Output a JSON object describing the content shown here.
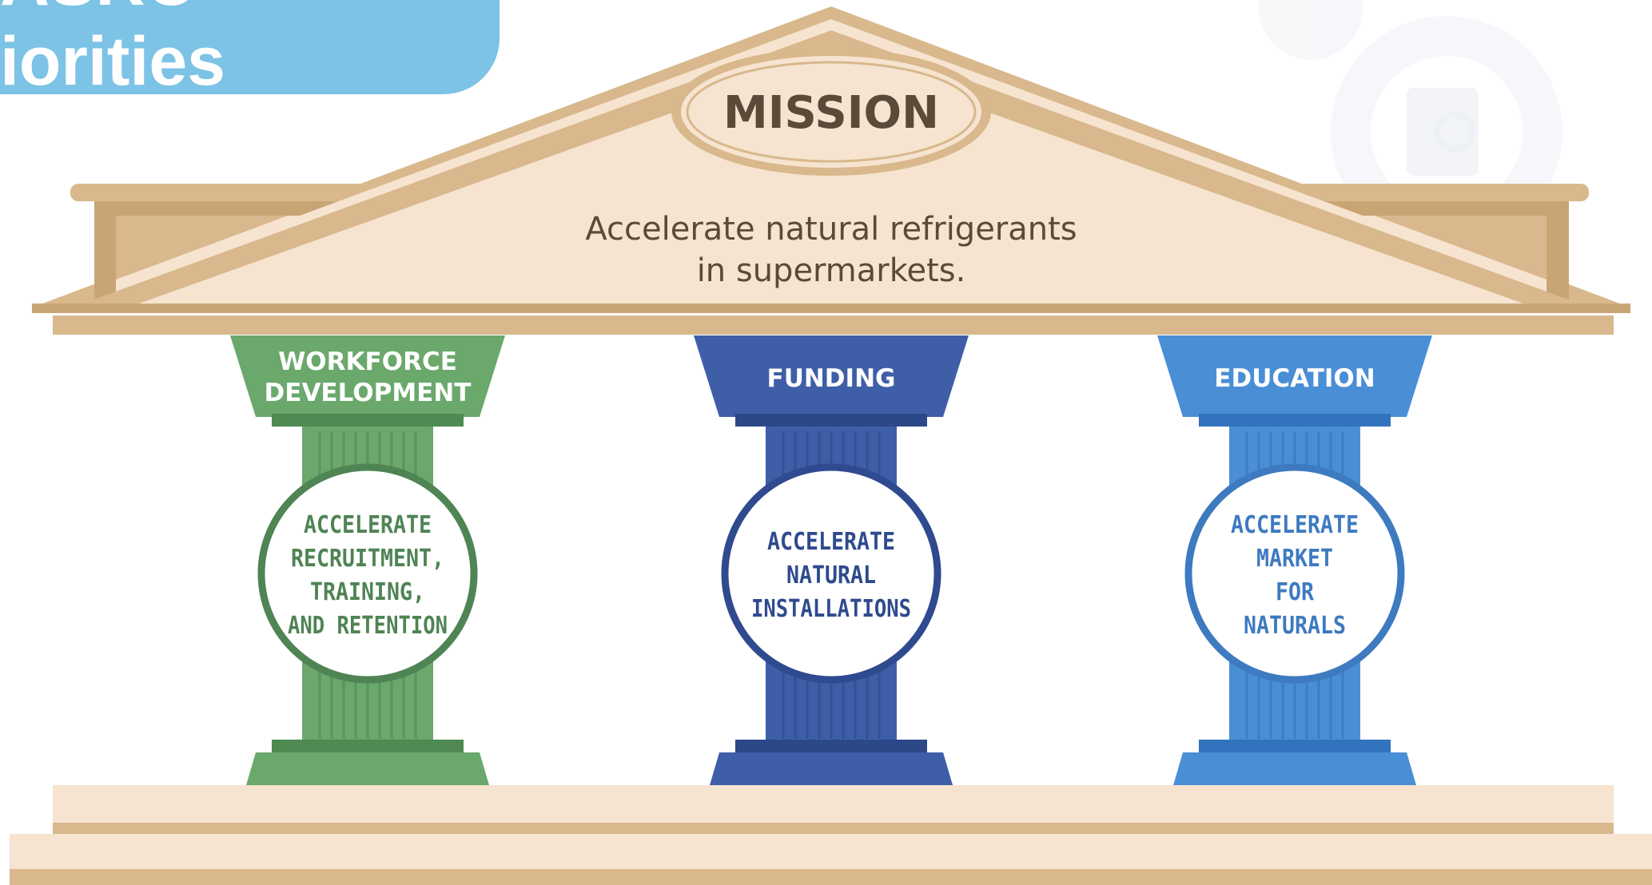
{
  "header": {
    "title_line1": "ASRC",
    "title_line2": "iorities"
  },
  "mission": {
    "label": "MISSION",
    "text_line1": "Accelerate natural refrigerants",
    "text_line2": "in supermarkets."
  },
  "pillars": [
    {
      "heading_lines": [
        "WORKFORCE",
        "DEVELOPMENT"
      ],
      "body_lines": [
        "ACCELERATE",
        "RECRUITMENT,",
        "TRAINING,",
        "AND RETENTION"
      ],
      "color": "#6aa86c",
      "dark": "#4e8a52",
      "stroke": "#4f8454"
    },
    {
      "heading_lines": [
        "FUNDING"
      ],
      "body_lines": [
        "ACCELERATE",
        "NATURAL",
        "INSTALLATIONS"
      ],
      "color": "#3f5ea8",
      "dark": "#2c4889",
      "stroke": "#2f4a8e"
    },
    {
      "heading_lines": [
        "EDUCATION"
      ],
      "body_lines": [
        "ACCELERATE",
        "MARKET",
        "FOR",
        "NATURALS"
      ],
      "color": "#4a8fd6",
      "dark": "#3173bd",
      "stroke": "#3e7ac0"
    }
  ],
  "colors": {
    "tan": "#d8b88c",
    "tan_dark": "#c9a576",
    "cream": "#f6e4d0",
    "text_brown": "#5a4a3a",
    "header_blue": "#7cc3e6"
  },
  "decor": {
    "background_icon": "gear-clipboard-icon"
  }
}
